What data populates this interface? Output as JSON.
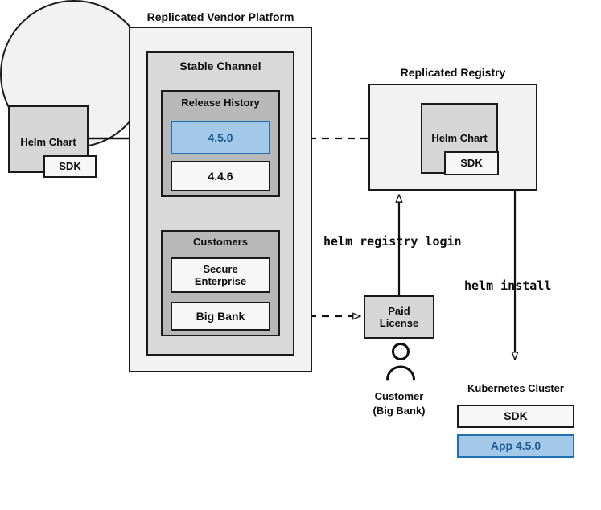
{
  "diagram": {
    "type": "architecture-flow",
    "colors": {
      "accent_blue_fill": "#a3c8e8",
      "accent_blue_border": "#1f6fb5",
      "accent_blue_text": "#1b5c96",
      "platform_fill": "#f2f2f2",
      "channel_fill": "#d9d9d9",
      "group_fill": "#b8b8b8",
      "box_fill": "#f7f7f7",
      "chart_fill": "#d6d6d6",
      "stroke": "#1a1a1a",
      "background": "#ffffff"
    }
  },
  "source": {
    "helm_chart_label": "Helm Chart",
    "sdk_label": "SDK"
  },
  "platform": {
    "title": "Replicated Vendor Platform",
    "channel": {
      "title": "Stable Channel",
      "release_history": {
        "title": "Release History",
        "releases": [
          {
            "version": "4.5.0",
            "highlighted": true
          },
          {
            "version": "4.4.6",
            "highlighted": false
          }
        ]
      },
      "customers": {
        "title": "Customers",
        "items": [
          {
            "name": "Secure\nEnterprise",
            "line1": "Secure",
            "line2": "Enterprise"
          },
          {
            "name": "Big Bank",
            "line1": "Big Bank",
            "line2": ""
          }
        ]
      }
    }
  },
  "registry": {
    "title": "Replicated Registry",
    "helm_chart_label": "Helm Chart",
    "sdk_label": "SDK"
  },
  "license": {
    "line1": "Paid",
    "line2": "License"
  },
  "customer": {
    "icon": "person-icon",
    "caption_line1": "Customer",
    "caption_line2": "(Big Bank)"
  },
  "cluster": {
    "title": "Kubernetes Cluster",
    "components": [
      {
        "label": "SDK",
        "highlighted": false
      },
      {
        "label": "App 4.5.0",
        "highlighted": true
      }
    ]
  },
  "commands": {
    "registry_login": "helm registry login",
    "install": "helm install"
  },
  "edges": [
    {
      "from": "helm-chart-source",
      "to": "release-4.5.0",
      "style": "solid",
      "arrow": "filled"
    },
    {
      "from": "release-4.5.0",
      "to": "registry-helm-chart",
      "style": "dashed",
      "arrow": "open"
    },
    {
      "from": "customer-big-bank",
      "to": "paid-license",
      "style": "dashed",
      "arrow": "open"
    },
    {
      "from": "paid-license",
      "to": "registry",
      "style": "solid",
      "arrow": "open",
      "label": "helm registry login"
    },
    {
      "from": "registry",
      "to": "kubernetes-cluster",
      "style": "solid",
      "arrow": "open",
      "label": "helm install"
    }
  ]
}
